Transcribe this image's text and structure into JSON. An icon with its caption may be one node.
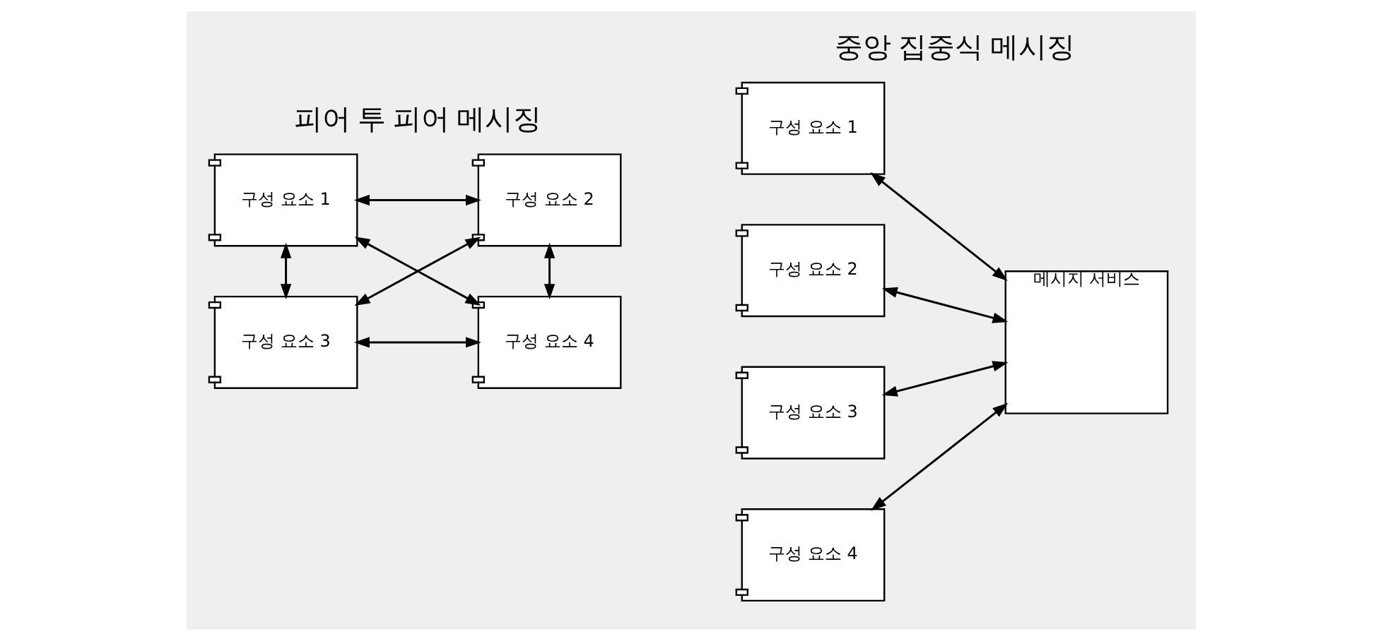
{
  "diagram": {
    "nodes": [
      {
        "text": [
          "구성 요소 1"
        ]
      },
      {
        "text": [
          "구성 요소 2"
        ]
      },
      {
        "text": [
          "구성 요소 3"
        ]
      },
      {
        "text": [
          "구성 요소 4"
        ]
      },
      {
        "text": [
          "구성 요소 1"
        ]
      },
      {
        "text": [
          "구성 요소 2"
        ]
      },
      {
        "text": [
          "구성 요소 3"
        ]
      },
      {
        "text": [
          "구성 요소 4"
        ]
      },
      {
        "text": [
          "메시지 서비스"
        ]
      }
    ],
    "edges": [
      {
        "from": 0,
        "to": 1,
        "arrow": "both"
      },
      {
        "from": 0,
        "to": 2,
        "arrow": "both"
      },
      {
        "from": 1,
        "to": 3,
        "arrow": "both"
      },
      {
        "from": 0,
        "to": 3,
        "arrow": "both"
      },
      {
        "from": 1,
        "to": 2,
        "arrow": "both"
      },
      {
        "from": 2,
        "to": 3,
        "arrow": "both"
      },
      {
        "from": 4,
        "to": 8,
        "arrow": "both"
      },
      {
        "from": 5,
        "to": 8,
        "arrow": "both"
      },
      {
        "from": 6,
        "to": 8,
        "arrow": "both"
      },
      {
        "from": 7,
        "to": 8,
        "arrow": "both"
      }
    ],
    "labels": [
      "피어 투 피어 메시징",
      "중앙 집중식 메시징"
    ]
  }
}
